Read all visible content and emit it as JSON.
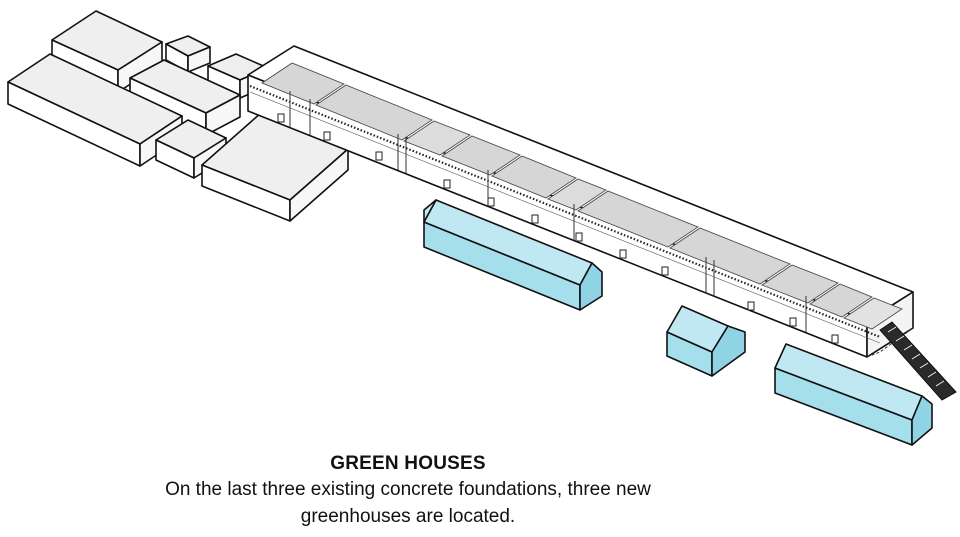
{
  "caption": {
    "title": "GREEN HOUSES",
    "line1": "On the last three existing concrete foundations, three new",
    "line2": "greenhouses are located."
  },
  "colors": {
    "greenhouse_fill": "#a6dfec",
    "building_fill": "#efefef",
    "outline": "#111111",
    "roof_panel": "#d6d6d6"
  },
  "icons": {
    "ramp": "hatched-ramp"
  }
}
